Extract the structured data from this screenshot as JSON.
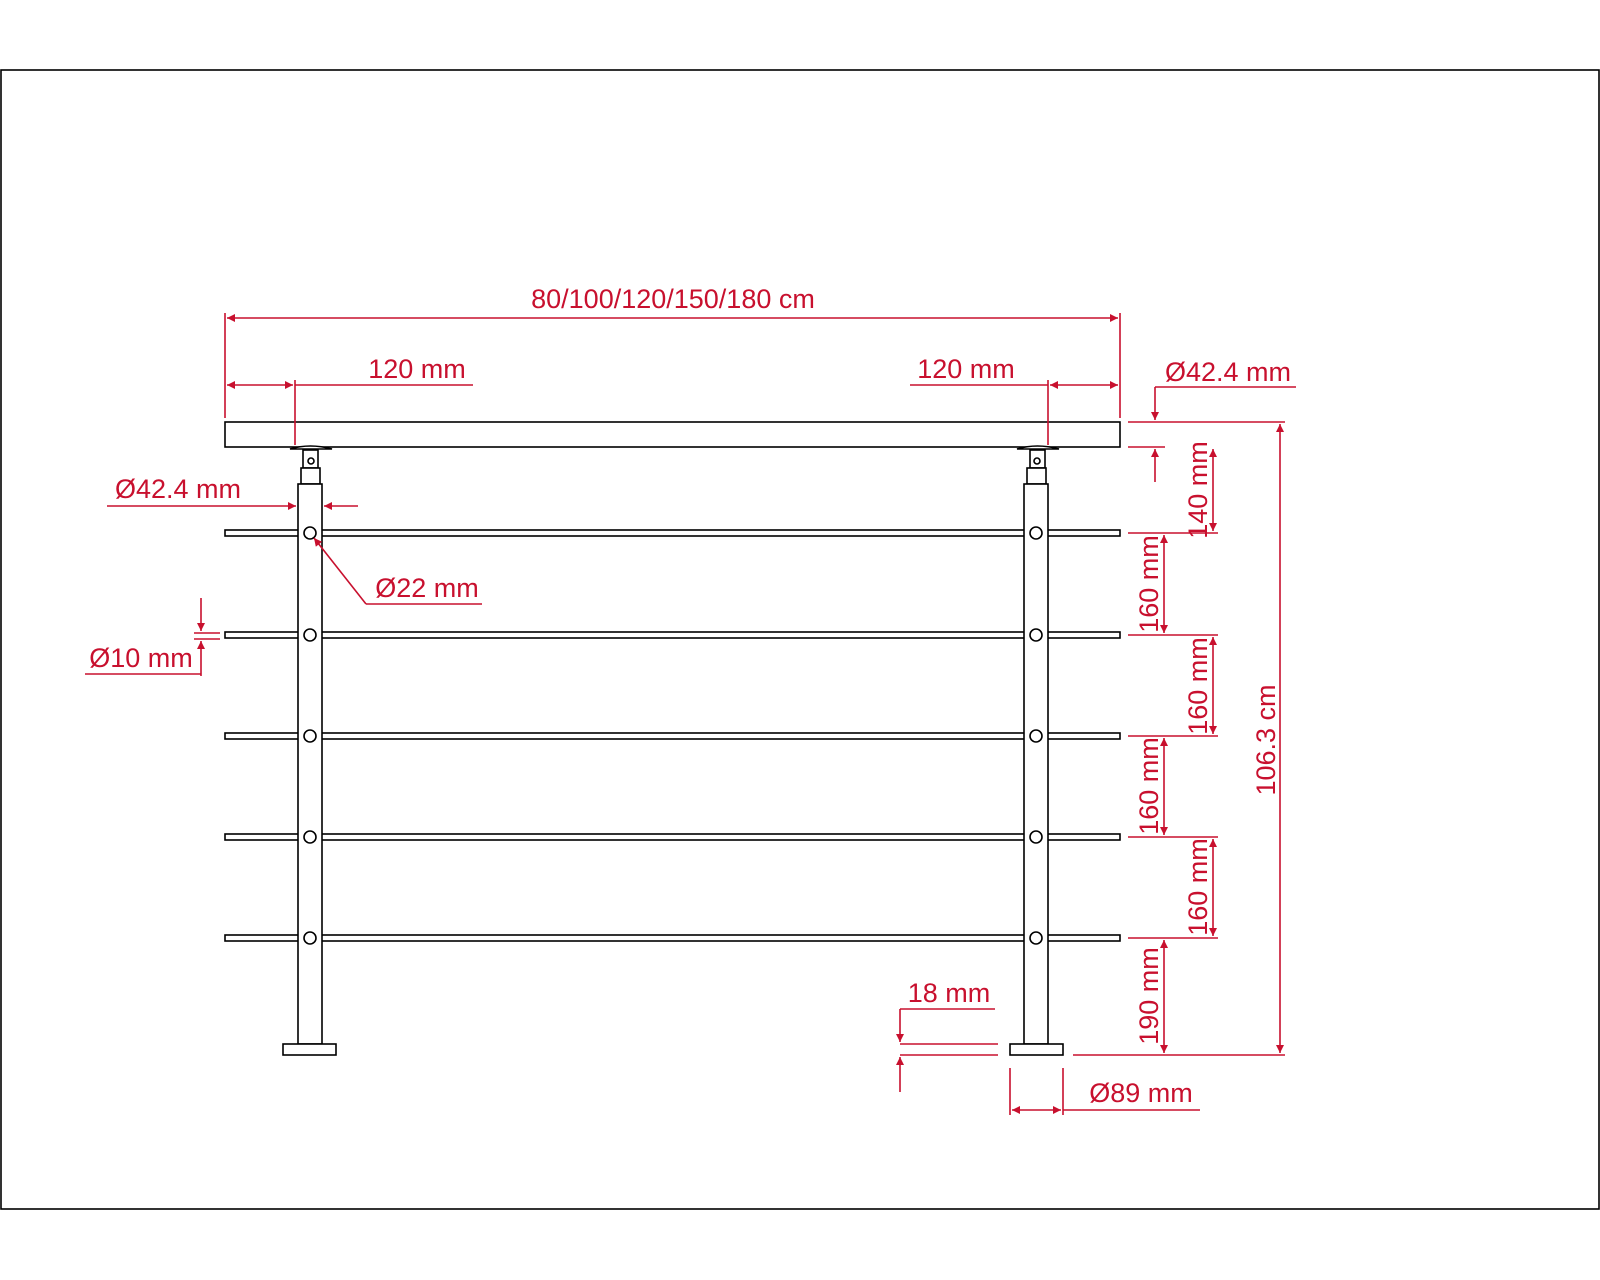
{
  "diagram": {
    "colors": {
      "dimension": "#c8102e",
      "outline": "#000000",
      "background": "#ffffff"
    },
    "labels": {
      "total_length": "80/100/120/150/180 cm",
      "left_overhang": "120 mm",
      "right_overhang": "120 mm",
      "handrail_diameter": "Ø42.4 mm",
      "post_diameter": "Ø42.4 mm",
      "rod_hole_diameter": "Ø22 mm",
      "rod_diameter": "Ø10 mm",
      "gap_top": "140 mm",
      "gap_1": "160 mm",
      "gap_2": "160 mm",
      "gap_3": "160 mm",
      "gap_4": "160 mm",
      "gap_bottom": "190 mm",
      "total_height": "106.3 cm",
      "base_plate_thickness": "18 mm",
      "base_plate_diameter": "Ø89 mm"
    },
    "parts": {
      "posts": 2,
      "rods": 5
    }
  }
}
